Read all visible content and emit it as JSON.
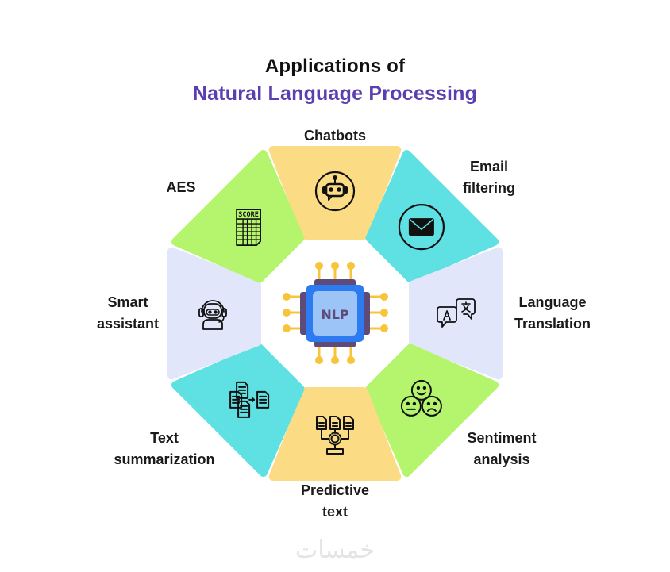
{
  "title": {
    "line1": "Applications of",
    "line2": "Natural Language Processing",
    "line2_color": "#5b3fb0"
  },
  "center": {
    "label": "NLP",
    "icon": "processor-chip-icon"
  },
  "segments": [
    {
      "label_lines": [
        "Chatbots"
      ],
      "icon": "chatbot-robot-icon",
      "color": "#fbdc85"
    },
    {
      "label_lines": [
        "Email",
        "filtering"
      ],
      "icon": "envelope-icon",
      "color": "#5fe0e3"
    },
    {
      "label_lines": [
        "Language",
        "Translation"
      ],
      "icon": "translate-bubbles-icon",
      "color": "#e1e6fb"
    },
    {
      "label_lines": [
        "Sentiment",
        "analysis"
      ],
      "icon": "emoji-faces-icon",
      "color": "#b5f56e"
    },
    {
      "label_lines": [
        "Predictive",
        "text"
      ],
      "icon": "documents-gear-icon",
      "color": "#fbdc85"
    },
    {
      "label_lines": [
        "Text",
        "summarization"
      ],
      "icon": "documents-merge-icon",
      "color": "#5fe0e3"
    },
    {
      "label_lines": [
        "Smart",
        "assistant"
      ],
      "icon": "assistant-robot-headset-icon",
      "color": "#e1e6fb"
    },
    {
      "label_lines": [
        "AES"
      ],
      "icon": "score-sheet-icon",
      "color": "#b5f56e",
      "icon_text": "SCORE"
    }
  ],
  "watermark": "خمسات"
}
